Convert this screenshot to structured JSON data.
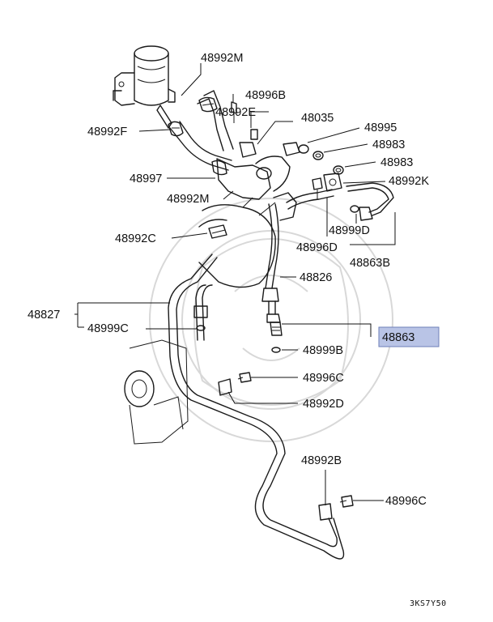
{
  "labels": {
    "l_48992M_top": "48992M",
    "l_48996B": "48996B",
    "l_48992E": "48992E",
    "l_48035": "48035",
    "l_48995": "48995",
    "l_48983_a": "48983",
    "l_48983_b": "48983",
    "l_48992K": "48992K",
    "l_48992F": "48992F",
    "l_48997": "48997",
    "l_48992M_mid": "48992M",
    "l_48999D": "48999D",
    "l_48992C": "48992C",
    "l_48996D": "48996D",
    "l_48863B": "48863B",
    "l_48826": "48826",
    "l_48827": "48827",
    "l_48999C": "48999C",
    "l_48863": "48863",
    "l_48999B": "48999B",
    "l_48996C_a": "48996C",
    "l_48992D": "48992D",
    "l_48992B": "48992B",
    "l_48996C_b": "48996C"
  },
  "diagram_code": "3KS7Y50",
  "colors": {
    "highlight_fill": "#b9c4e6",
    "highlight_border": "#6e7fb8",
    "line": "#1a1a1a"
  }
}
